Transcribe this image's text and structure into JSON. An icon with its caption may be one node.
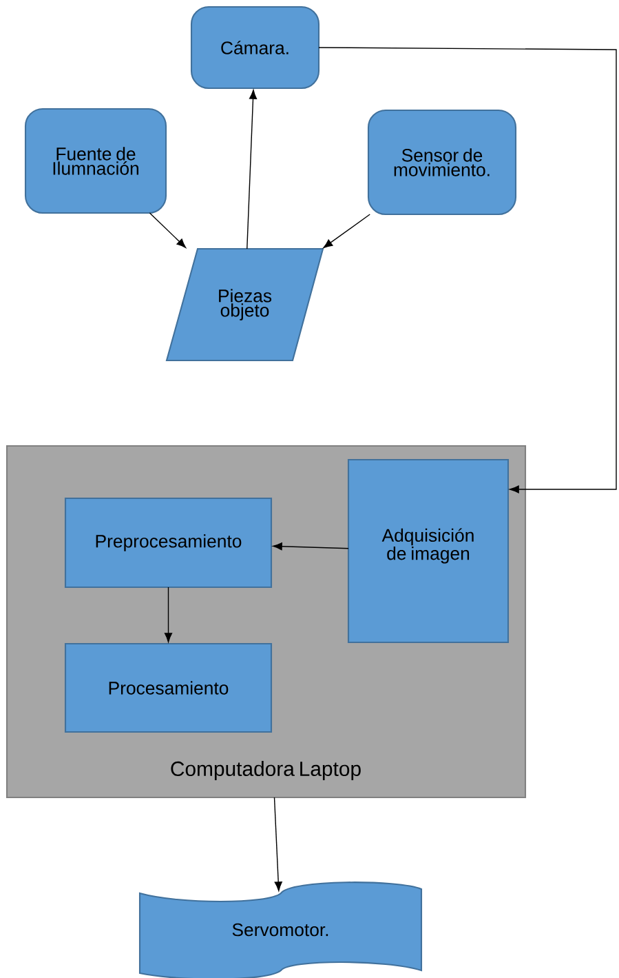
{
  "diagram": {
    "nodes": [
      {
        "text": [
          "Cámara."
        ]
      },
      {
        "text": [
          "Fuente de Ilumnación"
        ]
      },
      {
        "text": [
          "Sensor de movimiento."
        ]
      },
      {
        "text": [
          "Piezas objeto"
        ]
      },
      {
        "text": [
          "Computadora Laptop"
        ]
      },
      {
        "text": [
          "Adquisición de imagen"
        ],
        "in": 4
      },
      {
        "text": [
          "Preprocesamiento"
        ],
        "in": 4
      },
      {
        "text": [
          "Procesamiento"
        ],
        "in": 4
      },
      {
        "text": [
          "Servomotor."
        ]
      }
    ],
    "edges": [
      {
        "from": 3,
        "to": 0,
        "arrow": "to"
      },
      {
        "from": 1,
        "to": 3,
        "arrow": "to"
      },
      {
        "from": 2,
        "to": 3,
        "arrow": "to"
      },
      {
        "from": 0,
        "to": 5,
        "arrow": "to"
      },
      {
        "from": 5,
        "to": 6,
        "arrow": "to"
      },
      {
        "from": 6,
        "to": 7,
        "arrow": "to"
      },
      {
        "from": 4,
        "to": 8,
        "arrow": "to"
      }
    ]
  }
}
